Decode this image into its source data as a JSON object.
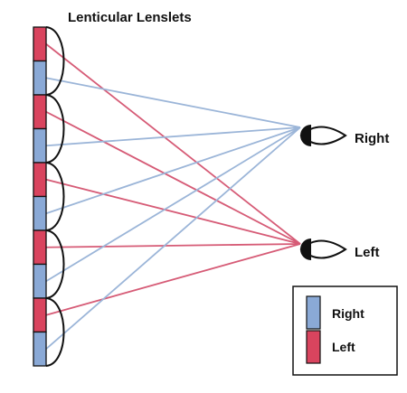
{
  "title": "Lenticular Lenslets",
  "colors": {
    "right": "#8aa9d6",
    "left": "#d9445e",
    "right_ray": "#9bb5d8",
    "left_ray": "#d65b76",
    "stroke": "#111111"
  },
  "strips": [
    "left",
    "right",
    "left",
    "right",
    "left",
    "right",
    "left",
    "right",
    "left",
    "right"
  ],
  "eyes": [
    {
      "id": "right",
      "label": "Right"
    },
    {
      "id": "left",
      "label": "Left"
    }
  ],
  "legend": [
    {
      "id": "right",
      "label": "Right"
    },
    {
      "id": "left",
      "label": "Left"
    }
  ]
}
